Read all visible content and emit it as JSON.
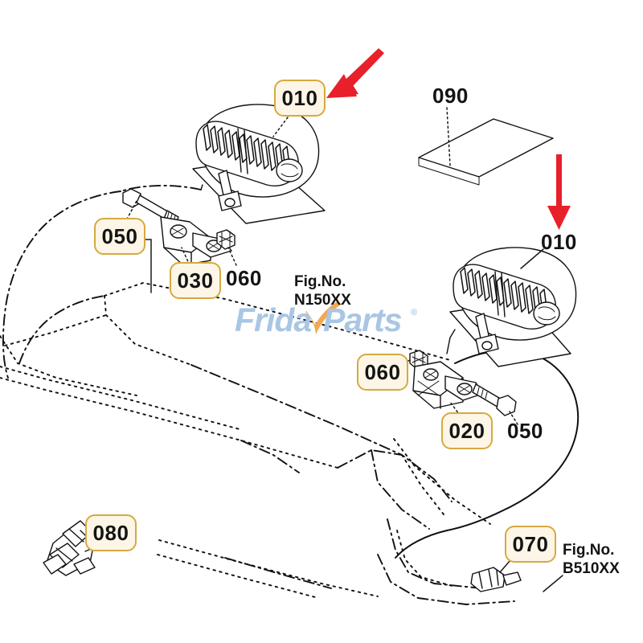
{
  "diagram": {
    "title": "Kubota work lamp assembly parts diagram",
    "background_color": "#ffffff",
    "callout_fill": "#fdf6e7",
    "callout_border": "#d6a93f",
    "arrow_color": "#e8202a",
    "line_color": "#111111"
  },
  "callouts": [
    {
      "id": "010-left",
      "label": "010"
    },
    {
      "id": "050-left",
      "label": "050"
    },
    {
      "id": "030",
      "label": "030"
    },
    {
      "id": "060-right",
      "label": "060"
    },
    {
      "id": "020",
      "label": "020"
    },
    {
      "id": "080",
      "label": "080"
    },
    {
      "id": "070",
      "label": "070"
    }
  ],
  "plain_labels": [
    {
      "id": "090",
      "label": "090"
    },
    {
      "id": "010-right",
      "label": "010"
    },
    {
      "id": "060-left",
      "label": "060"
    },
    {
      "id": "050-right",
      "label": "050"
    }
  ],
  "fig_refs": [
    {
      "id": "fig-left",
      "line1": "Fig.No.",
      "line2": "N150XX"
    },
    {
      "id": "fig-right",
      "line1": "Fig.No.",
      "line2": "B510XX"
    }
  ],
  "watermark": {
    "part1": "Frida",
    "part2": "Parts",
    "registered": "®",
    "text_color": "#a9c6e4",
    "accent_color": "#f2a950"
  },
  "arrows": [
    {
      "id": "arrow-top-left",
      "direction": "down-left",
      "color": "#e8202a"
    },
    {
      "id": "arrow-right",
      "direction": "down",
      "color": "#e8202a"
    }
  ],
  "parts": [
    {
      "id": "lamp-left",
      "name": "work-lamp-assembly"
    },
    {
      "id": "lamp-right",
      "name": "work-lamp-assembly"
    },
    {
      "id": "bolt-left",
      "name": "hex-bolt"
    },
    {
      "id": "bolt-right",
      "name": "hex-bolt"
    },
    {
      "id": "bracket-left",
      "name": "mounting-bracket"
    },
    {
      "id": "bracket-right",
      "name": "mounting-bracket"
    },
    {
      "id": "nut-left",
      "name": "lock-nut"
    },
    {
      "id": "nut-right",
      "name": "lock-nut"
    },
    {
      "id": "switch",
      "name": "rocker-switch"
    },
    {
      "id": "plate",
      "name": "cover-plate"
    },
    {
      "id": "connector",
      "name": "wire-connector"
    }
  ]
}
